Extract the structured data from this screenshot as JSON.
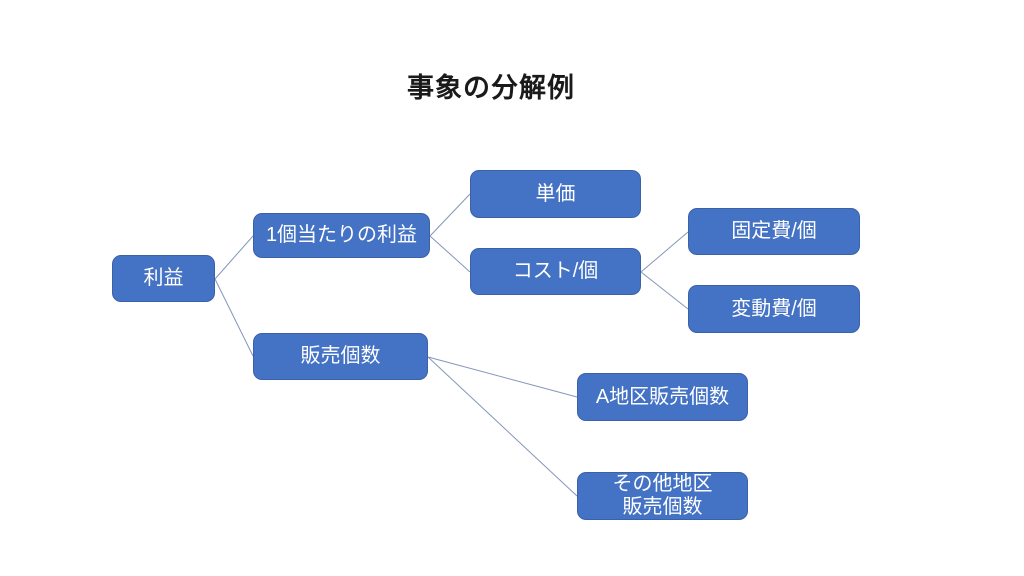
{
  "title": "事象の分解例",
  "colors": {
    "background": "#FFFFFF",
    "node_fill": "#4472C4",
    "node_border": "#3B62A9",
    "node_text": "#FFFFFF",
    "connector": "#8496BB",
    "title_text": "#1A1A1A"
  },
  "nodes": {
    "profit": {
      "label": "利益"
    },
    "profit_per_unit": {
      "label": "1個当たりの利益"
    },
    "sales_quantity": {
      "label": "販売個数"
    },
    "unit_price": {
      "label": "単価"
    },
    "cost_per_unit": {
      "label": "コスト/個"
    },
    "fixed_cost_per_unit": {
      "label": "固定費/個"
    },
    "variable_cost_per_unit": {
      "label": "変動費/個"
    },
    "area_a_sales": {
      "label": "A地区販売個数"
    },
    "other_area_sales": {
      "label": "その他地区\n販売個数"
    }
  },
  "edges": [
    {
      "from": "profit",
      "to": "profit_per_unit"
    },
    {
      "from": "profit",
      "to": "sales_quantity"
    },
    {
      "from": "profit_per_unit",
      "to": "unit_price"
    },
    {
      "from": "profit_per_unit",
      "to": "cost_per_unit"
    },
    {
      "from": "cost_per_unit",
      "to": "fixed_cost_per_unit"
    },
    {
      "from": "cost_per_unit",
      "to": "variable_cost_per_unit"
    },
    {
      "from": "sales_quantity",
      "to": "area_a_sales"
    },
    {
      "from": "sales_quantity",
      "to": "other_area_sales"
    }
  ]
}
